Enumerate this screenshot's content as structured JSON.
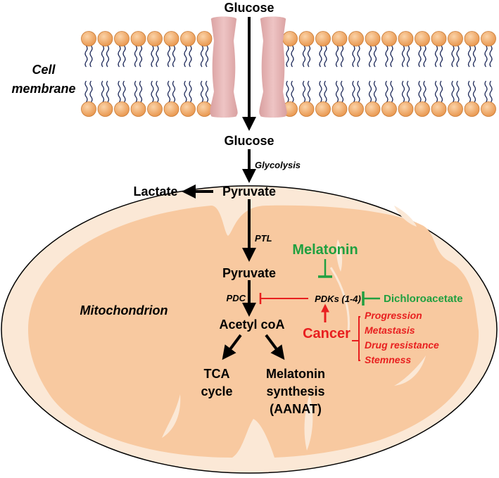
{
  "labels": {
    "glucose_top": "Glucose",
    "cell_membrane_line1": "Cell",
    "cell_membrane_line2": "membrane",
    "glucose_inside": "Glucose",
    "glycolysis": "Glycolysis",
    "lactate": "Lactate",
    "pyruvate_cytosol": "Pyruvate",
    "ptl": "PTL",
    "melatonin": "Melatonin",
    "pyruvate_mito": "Pyruvate",
    "pdc": "PDC",
    "pdks": "PDKs (1-4)",
    "dichloroacetate": "Dichloroacetate",
    "mitochondrion": "Mitochondrion",
    "acetyl_coa": "Acetyl coA",
    "cancer": "Cancer",
    "cancer_effects": [
      "Progression",
      "Metastasis",
      "Drug resistance",
      "Stemness"
    ],
    "tca_line1": "TCA",
    "tca_line2": "cycle",
    "mel_synth_line1": "Melatonin",
    "mel_synth_line2": "synthesis",
    "mel_synth_line3": "(AANAT)"
  },
  "colors": {
    "activation": "#000000",
    "inhibition_melatonin": "#20a040",
    "cancer": "#e81f1f",
    "mitochondrion_fill": "#f8c9a0",
    "membrane_head": "#f0a868",
    "channel": "#e8b4b4"
  }
}
